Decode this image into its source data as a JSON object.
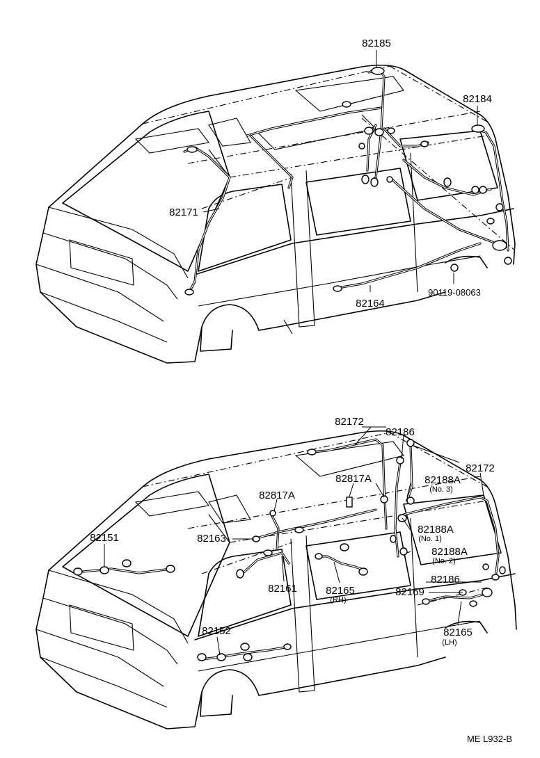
{
  "top_view": {
    "labels": {
      "p82185": "82185",
      "p82184": "82184",
      "p82171": "82171",
      "p82164": "82164",
      "p90119": "90119-08063"
    }
  },
  "bottom_view": {
    "labels": {
      "p82172_a": "82172",
      "p82186_a": "82186",
      "p82172_b": "82172",
      "p82817A_a": "82817A",
      "p82188A_no3": "82188A",
      "no3": "(No. 3)",
      "p82817A_b": "82817A",
      "p82163": "82163",
      "p82188A_no1": "82188A",
      "no1": "(No. 1)",
      "p82151": "82151",
      "p82188A_no2": "82188A",
      "no2": "(No. 2)",
      "p82186_b": "82186",
      "p82161": "82161",
      "p82165_rh": "82165",
      "rh": "(RH)",
      "p82169": "82169",
      "p82152": "82152",
      "p82165_lh": "82165",
      "lh": "(LH)"
    }
  },
  "footer": {
    "code": "ME  L932-B"
  }
}
